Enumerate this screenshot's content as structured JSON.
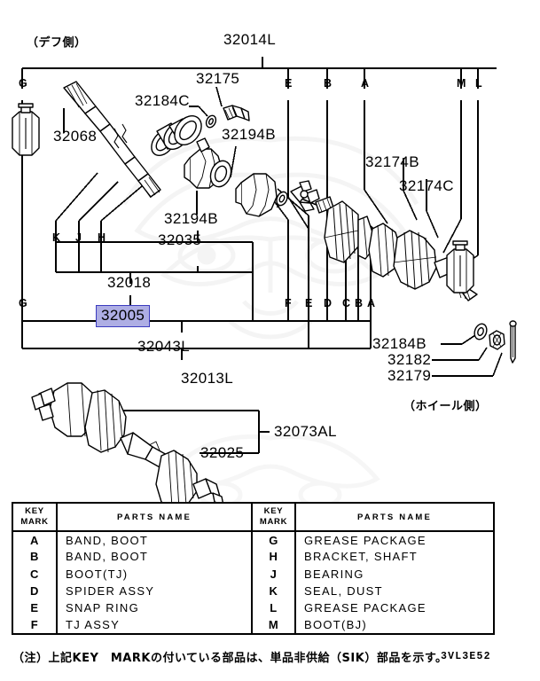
{
  "diagram": {
    "code": "3VL3E52",
    "side_labels": {
      "diff_side": "（デフ側）",
      "wheel_side": "（ホイール側）"
    },
    "part_numbers": {
      "p32014L": "32014L",
      "p32175": "32175",
      "p32184C": "32184C",
      "p32068": "32068",
      "p32194B_top": "32194B",
      "p32194B_bottom": "32194B",
      "p32035": "32035",
      "p32018": "32018",
      "p32005": "32005",
      "p32043L": "32043L",
      "p32013L": "32013L",
      "p32174B": "32174B",
      "p32174C": "32174C",
      "p32184B": "32184B",
      "p32182": "32182",
      "p32179": "32179",
      "p32073AL": "32073AL",
      "p32025": "32025"
    },
    "key_marks": {
      "g_left": "G",
      "g_lower_left": "G",
      "k": "K",
      "j": "J",
      "h": "H",
      "f": "F",
      "e_lower": "E",
      "d": "D",
      "c": "C",
      "b_lower": "B",
      "a_lower": "A",
      "e_top": "E",
      "b_top": "B",
      "a_top": "A",
      "m": "M",
      "l": "L"
    },
    "highlight_color": "#aeaee4",
    "highlight_border_color": "#3b3bbf"
  },
  "key_table": {
    "headers": {
      "key_mark_line1": "KEY",
      "key_mark_line2": "MARK",
      "parts_name": "PARTS NAME"
    },
    "left_rows": [
      {
        "key": "A",
        "name": "BAND, BOOT"
      },
      {
        "key": "B",
        "name": "BAND, BOOT"
      },
      {
        "key": "C",
        "name": "BOOT(TJ)"
      },
      {
        "key": "D",
        "name": "SPIDER ASSY"
      },
      {
        "key": "E",
        "name": "SNAP RING"
      },
      {
        "key": "F",
        "name": "TJ ASSY"
      }
    ],
    "right_rows": [
      {
        "key": "G",
        "name": "GREASE PACKAGE"
      },
      {
        "key": "H",
        "name": "BRACKET, SHAFT"
      },
      {
        "key": "J",
        "name": "BEARING"
      },
      {
        "key": "K",
        "name": "SEAL, DUST"
      },
      {
        "key": "L",
        "name": "GREASE PACKAGE"
      },
      {
        "key": "M",
        "name": "BOOT(BJ)"
      }
    ]
  },
  "note": "（注）上記KEY　MARKの付いている部品は、単品非供給（SIK）部品を示す。"
}
